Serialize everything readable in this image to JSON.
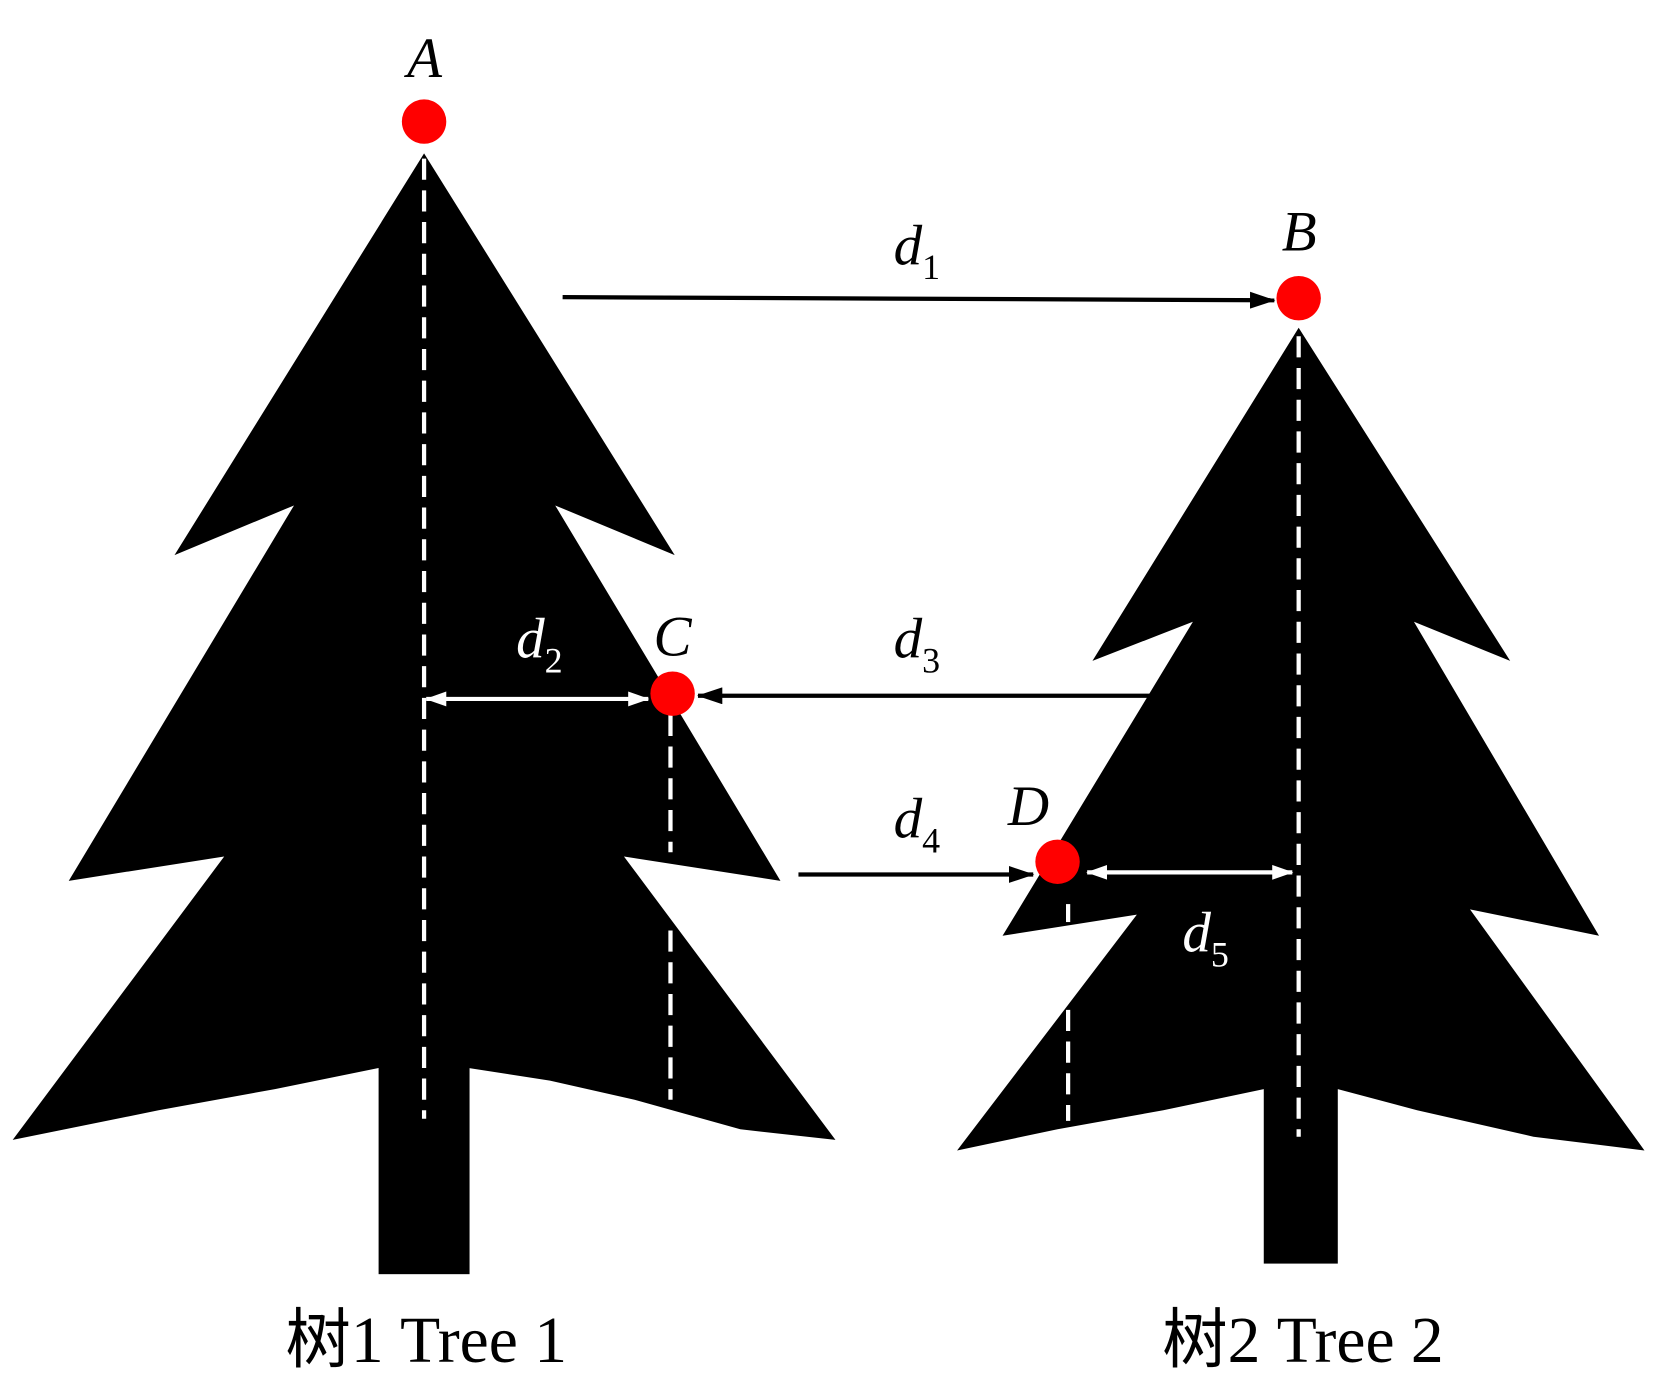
{
  "points": {
    "A": {
      "label": "A"
    },
    "B": {
      "label": "B"
    },
    "C": {
      "label": "C"
    },
    "D": {
      "label": "D"
    }
  },
  "distances": [
    {
      "main": "d",
      "sub": "1"
    },
    {
      "main": "d",
      "sub": "2"
    },
    {
      "main": "d",
      "sub": "3"
    },
    {
      "main": "d",
      "sub": "4"
    },
    {
      "main": "d",
      "sub": "5"
    }
  ],
  "captions": {
    "tree1": "树1 Tree 1",
    "tree2": "树2 Tree 2"
  },
  "colors": {
    "point": "#ff0000",
    "tree": "#000000",
    "annotation_on_tree": "#ffffff"
  }
}
